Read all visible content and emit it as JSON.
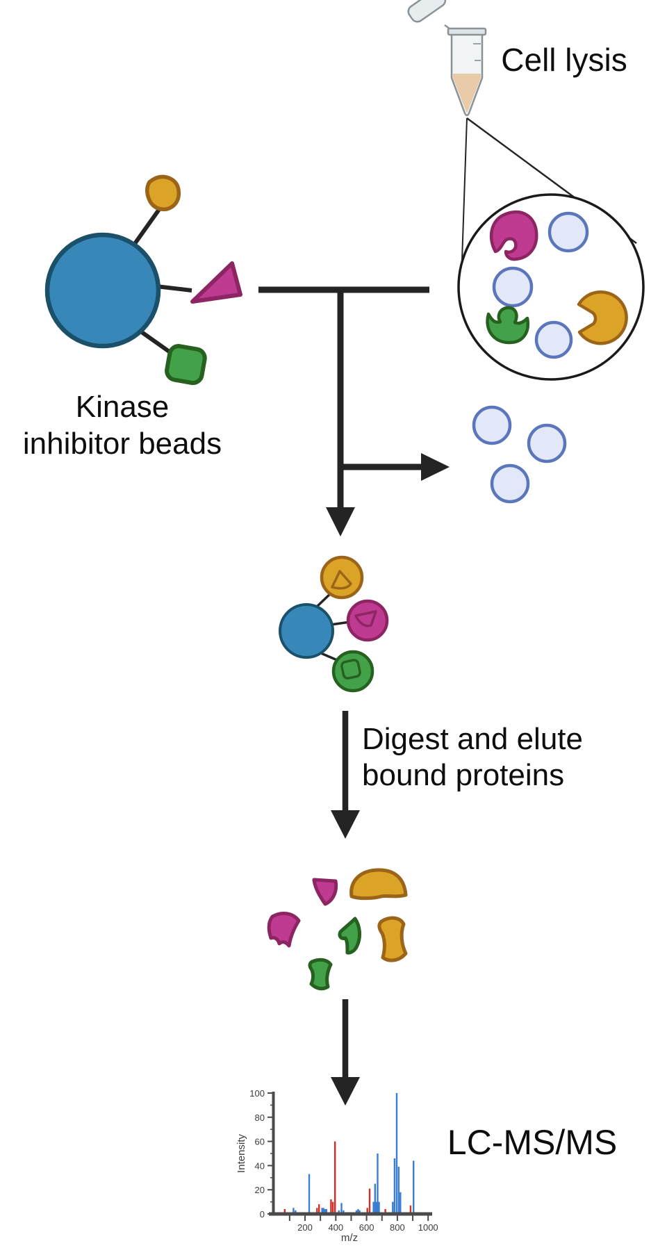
{
  "figure": {
    "background": "#ffffff",
    "labels": {
      "cell_lysis": "Cell lysis",
      "kinase_beads": [
        "Kinase",
        "inhibitor beads"
      ],
      "digest_elute": [
        "Digest and elute",
        "bound proteins"
      ],
      "lcms": "LC-MS/MS"
    },
    "colors": {
      "bead": "#3787b9",
      "bead_stroke": "#1a5069",
      "orange": "#dba426",
      "orange_stroke": "#9c6419",
      "magenta": "#bf3b92",
      "magenta_stroke": "#8d2563",
      "green": "#43a14a",
      "green_stroke": "#26611f",
      "unbound_fill": "#e3e8f8",
      "unbound_stroke": "#5b76bb",
      "arrow_line": "#242424",
      "tube_liquid": "#e9cba9",
      "tube_body": "#f0f4f5"
    },
    "icons": {
      "tube": "microcentrifuge-tube-icon",
      "magnifier": "lysate-zoom-circle-icon",
      "bead": "bead-circle-icon",
      "linkers": [
        "orange-triangle-linker-icon",
        "magenta-arrow-linker-icon",
        "green-square-linker-icon"
      ],
      "unbound": "unbound-protein-circle-icon",
      "fragments": "peptide-fragment-icon",
      "arrows": [
        "t-junction-arrow-icon",
        "branch-right-arrow-icon",
        "down-arrow-icon"
      ]
    }
  },
  "chart_data": {
    "type": "bar",
    "title": "",
    "xlabel": "m/z",
    "ylabel": "Intensity",
    "xlim": [
      0,
      1000
    ],
    "ylim": [
      0,
      100
    ],
    "x_ticks": [
      200,
      400,
      600,
      800,
      1000
    ],
    "y_ticks": [
      0,
      20,
      40,
      60,
      80,
      100
    ],
    "grid": false,
    "legend": false,
    "series": [
      {
        "name": "red-peaks",
        "color": "#d42f27",
        "points": [
          [
            68,
            4
          ],
          [
            278,
            5
          ],
          [
            291,
            8
          ],
          [
            369,
            12
          ],
          [
            381,
            10
          ],
          [
            395,
            60
          ],
          [
            605,
            5
          ],
          [
            620,
            21
          ],
          [
            722,
            4
          ],
          [
            886,
            7
          ]
        ]
      },
      {
        "name": "blue-peaks",
        "color": "#3a7dd2",
        "points": [
          [
            125,
            5
          ],
          [
            138,
            3
          ],
          [
            227,
            33
          ],
          [
            311,
            5
          ],
          [
            320,
            5
          ],
          [
            330,
            4
          ],
          [
            339,
            4
          ],
          [
            420,
            3
          ],
          [
            437,
            9
          ],
          [
            450,
            3
          ],
          [
            534,
            3
          ],
          [
            545,
            4
          ],
          [
            555,
            3
          ],
          [
            645,
            10
          ],
          [
            655,
            25
          ],
          [
            663,
            10
          ],
          [
            672,
            50
          ],
          [
            681,
            10
          ],
          [
            770,
            10
          ],
          [
            782,
            46
          ],
          [
            796,
            100
          ],
          [
            809,
            39
          ],
          [
            820,
            18
          ],
          [
            905,
            44
          ]
        ]
      }
    ]
  }
}
